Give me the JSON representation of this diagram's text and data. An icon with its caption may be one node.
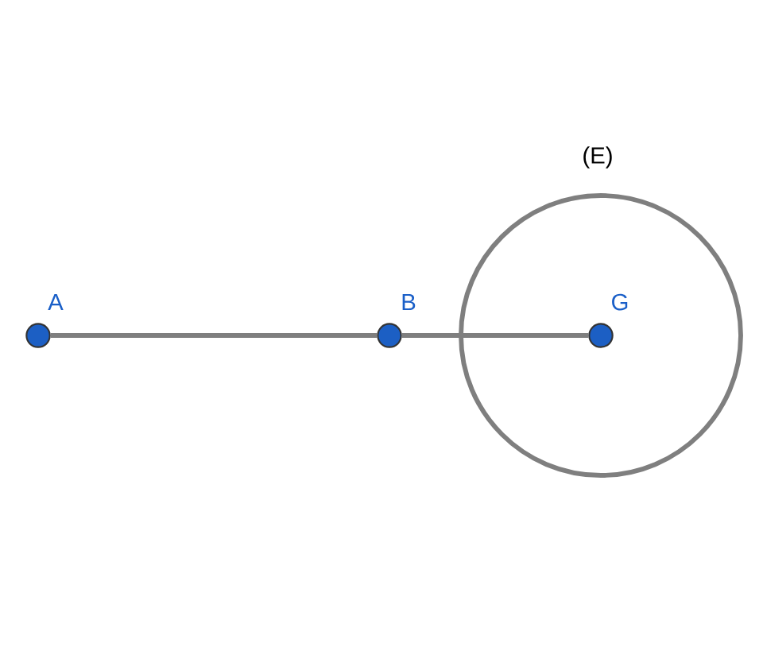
{
  "diagram": {
    "nodes": [
      {
        "text": [
          "A"
        ]
      },
      {
        "text": [
          "B"
        ]
      },
      {
        "text": [
          "(E)"
        ]
      },
      {
        "text": [
          "G"
        ],
        "in": 2
      }
    ],
    "edges": [
      {
        "from": 0,
        "to": 1,
        "arrow": "none"
      },
      {
        "from": 1,
        "to": 3,
        "arrow": "none"
      }
    ]
  }
}
